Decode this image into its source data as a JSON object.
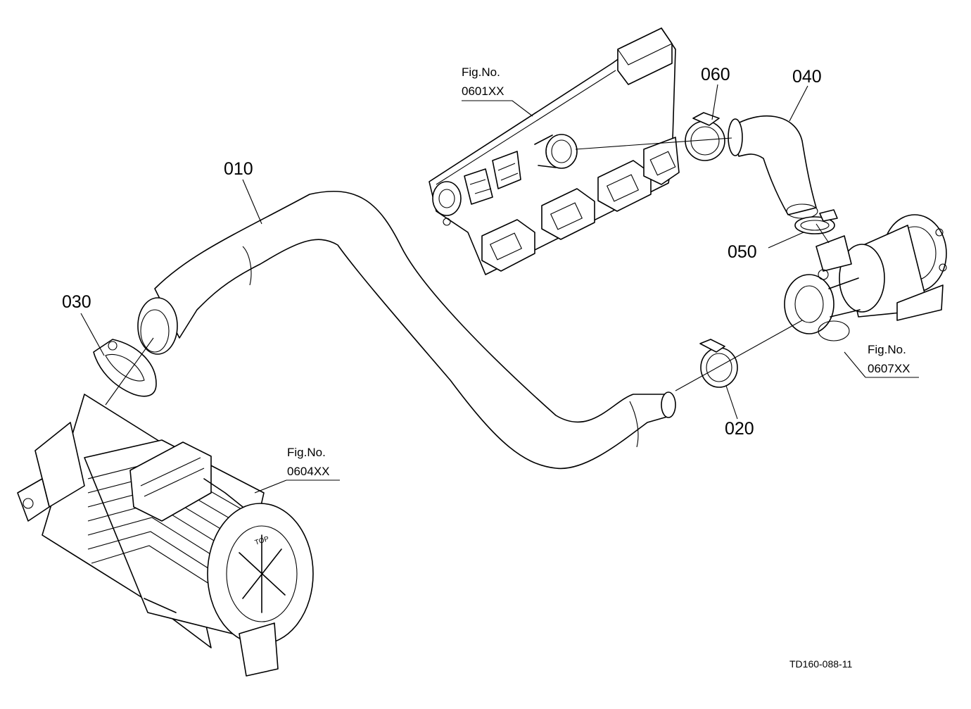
{
  "parts": [
    {
      "id": "010",
      "label": "010"
    },
    {
      "id": "020",
      "label": "020"
    },
    {
      "id": "030",
      "label": "030"
    },
    {
      "id": "040",
      "label": "040"
    },
    {
      "id": "050",
      "label": "050"
    },
    {
      "id": "060",
      "label": "060"
    }
  ],
  "references": [
    {
      "fig": "Fig.No.",
      "code": "0601XX"
    },
    {
      "fig": "Fig.No.",
      "code": "0604XX"
    },
    {
      "fig": "Fig.No.",
      "code": "0607XX"
    }
  ],
  "air_cleaner_mark": "TOP",
  "drawing_code": "TD160-088-11"
}
